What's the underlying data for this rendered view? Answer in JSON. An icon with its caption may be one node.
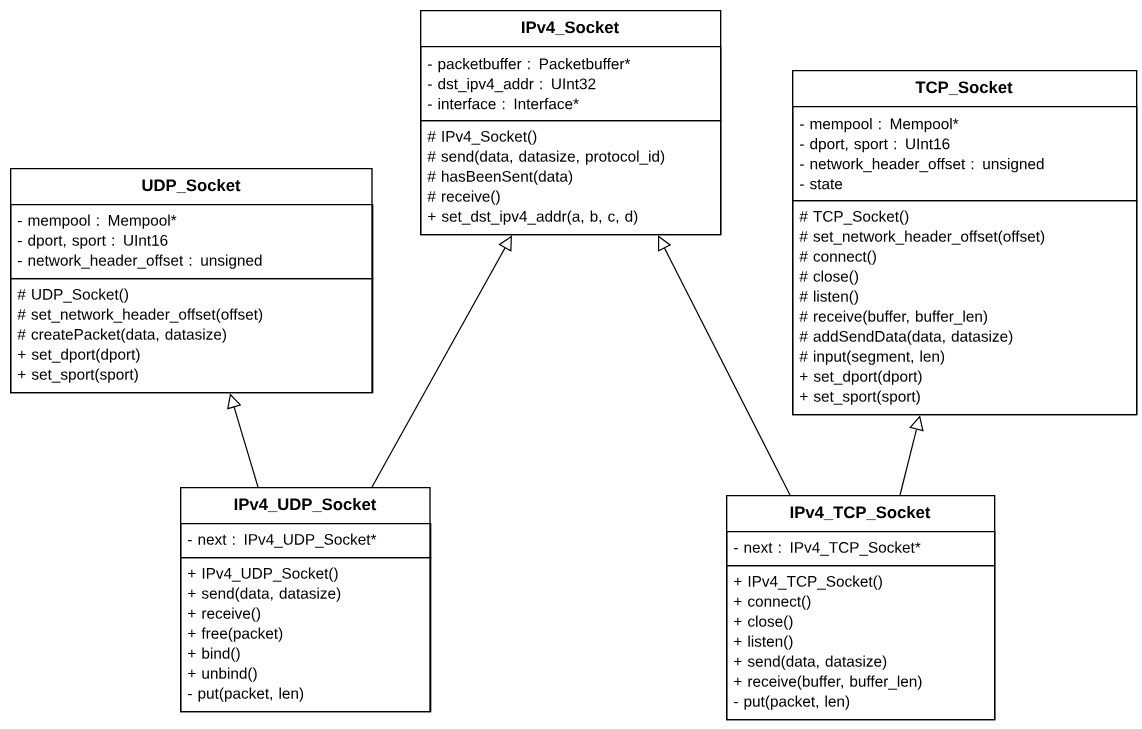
{
  "diagram": {
    "nodes": [
      {
        "text": [
          "IPv4_Socket"
        ]
      },
      {
        "text": [
          "- packetbuffer : Packetbuffer*",
          "- dst_ipv4_addr : UInt32",
          "- interface : Interface*"
        ],
        "in": 0
      },
      {
        "text": [
          "# IPv4_Socket()",
          "# send(data, datasize, protocol_id)",
          "# hasBeenSent(data)",
          "# receive()",
          "+ set_dst_ipv4_addr(a, b, c, d)"
        ],
        "in": 0
      },
      {
        "text": [
          "TCP_Socket"
        ]
      },
      {
        "text": [
          "- mempool : Mempool*",
          "- dport, sport : UInt16",
          "- network_header_offset : unsigned",
          "- state"
        ],
        "in": 3
      },
      {
        "text": [
          "# TCP_Socket()",
          "# set_network_header_offset(offset)",
          "# connect()",
          "# close()",
          "# listen()",
          "# receive(buffer, buffer_len)",
          "# addSendData(data, datasize)",
          "# input(segment, len)",
          "+ set_dport(dport)",
          "+ set_sport(sport)"
        ],
        "in": 3
      },
      {
        "text": [
          "UDP_Socket"
        ]
      },
      {
        "text": [
          "- mempool : Mempool*",
          "- dport, sport : UInt16",
          "- network_header_offset : unsigned"
        ],
        "in": 6
      },
      {
        "text": [
          "# UDP_Socket()",
          "# set_network_header_offset(offset)",
          "# createPacket(data, datasize)",
          "+ set_dport(dport)",
          "+ set_sport(sport)"
        ],
        "in": 6
      },
      {
        "text": [
          "IPv4_UDP_Socket"
        ]
      },
      {
        "text": [
          "- next : IPv4_UDP_Socket*"
        ],
        "in": 9
      },
      {
        "text": [
          "+ IPv4_UDP_Socket()",
          "+ send(data, datasize)",
          "+ receive()",
          "+ free(packet)",
          "+ bind()",
          "+ unbind()",
          "- put(packet, len)"
        ],
        "in": 9
      },
      {
        "text": [
          "IPv4_TCP_Socket"
        ]
      },
      {
        "text": [
          "- next : IPv4_TCP_Socket*"
        ],
        "in": 12
      },
      {
        "text": [
          "+ IPv4_TCP_Socket()",
          "+ connect()",
          "+ close()",
          "+ listen()",
          "+ send(data, datasize)",
          "+ receive(buffer, buffer_len)",
          "- put(packet, len)"
        ],
        "in": 12
      }
    ],
    "edges": [
      {
        "from": 9,
        "to": 6,
        "arrow": "to"
      },
      {
        "from": 9,
        "to": 0,
        "arrow": "to"
      },
      {
        "from": 12,
        "to": 0,
        "arrow": "to"
      },
      {
        "from": 12,
        "to": 3,
        "arrow": "to"
      }
    ]
  }
}
